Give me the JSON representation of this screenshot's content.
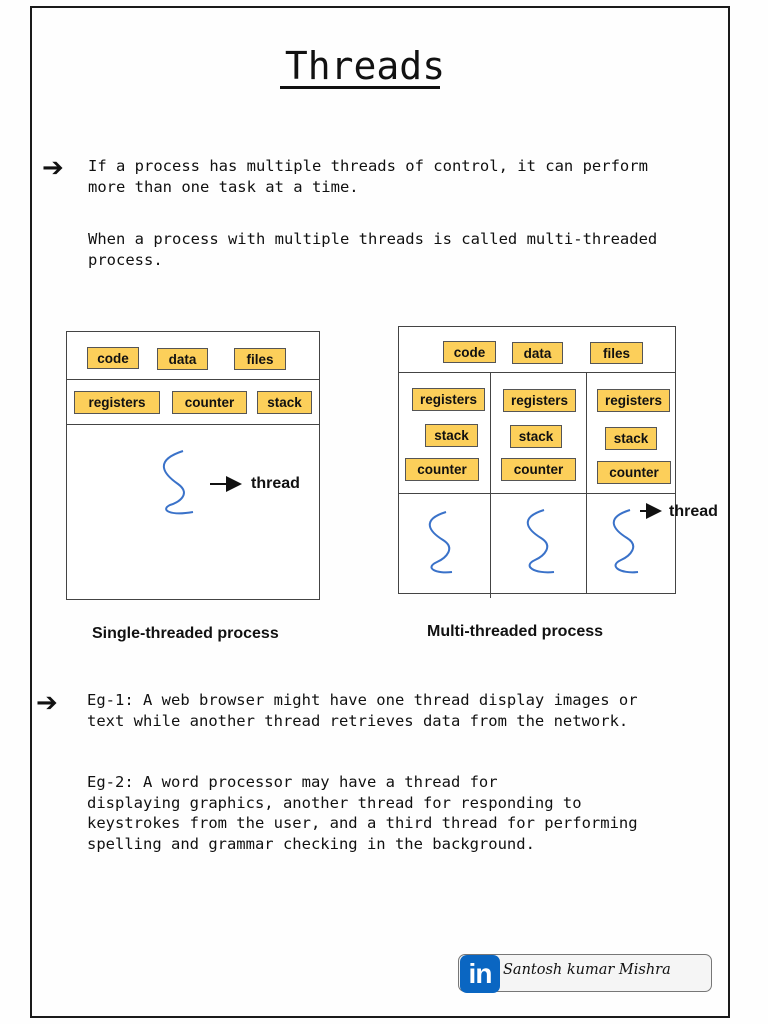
{
  "title": "Threads",
  "intro": {
    "point1": "If a process has multiple threads of control, it can perform\nmore than one task at a time.",
    "point2": "When a process with multiple threads is called multi-threaded\nprocess."
  },
  "single": {
    "shared": [
      "code",
      "data",
      "files"
    ],
    "regs": [
      "registers",
      "counter",
      "stack"
    ],
    "thread_label": "thread",
    "caption": "Single-threaded process"
  },
  "multi": {
    "shared": [
      "code",
      "data",
      "files"
    ],
    "columns": [
      [
        "registers",
        "stack",
        "counter"
      ],
      [
        "registers",
        "stack",
        "counter"
      ],
      [
        "registers",
        "stack",
        "counter"
      ]
    ],
    "thread_label": "thread",
    "caption": "Multi-threaded process"
  },
  "examples": {
    "eg1": "Eg-1: A web browser might have one thread display images or\ntext while another thread retrieves data from the network.",
    "eg2": "Eg-2: A word processor may have a thread for\ndisplaying graphics, another thread for responding to\nkeystrokes from the user, and a third thread for performing\nspelling and grammar checking in the background."
  },
  "footer": {
    "logo_text": "in",
    "author": "Santosh kumar Mishra"
  },
  "colors": {
    "chip": "#fccf5a",
    "squiggle": "#3a72c9",
    "linkedin": "#0a66c2"
  }
}
